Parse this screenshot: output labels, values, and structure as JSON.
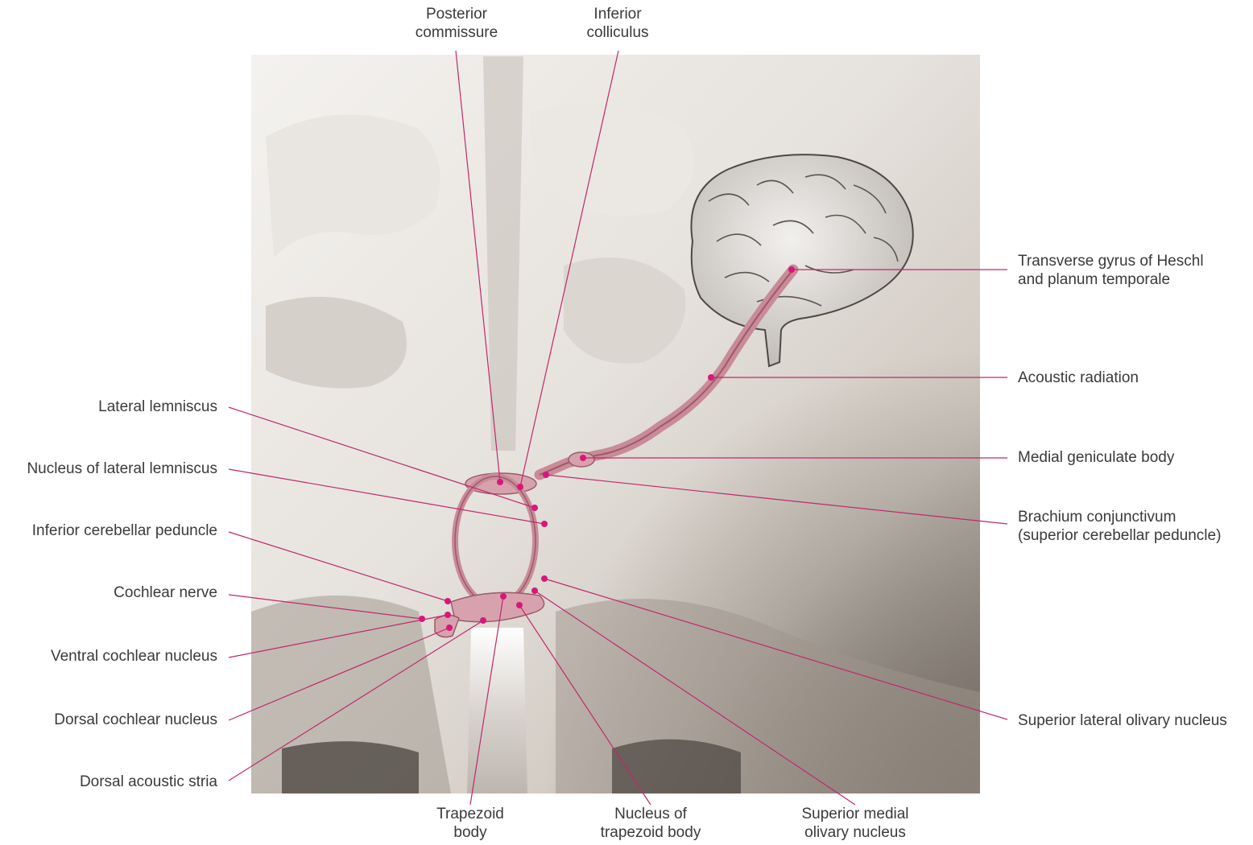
{
  "colors": {
    "leader": "#c0286e",
    "dot": "#d8177a",
    "pathway": "#c98b98",
    "pathway_dark": "#9c5a69",
    "background_shade": "#9a9088"
  },
  "labels": {
    "posterior_commissure": {
      "line1": "Posterior",
      "line2": "commissure"
    },
    "inferior_colliculus": {
      "line1": "Inferior",
      "line2": "colliculus"
    },
    "transverse_gyrus": {
      "line1": "Transverse gyrus of Heschl",
      "line2": "and planum temporale"
    },
    "acoustic_radiation": "Acoustic radiation",
    "medial_geniculate_body": "Medial geniculate body",
    "brachium_conjunctivum": {
      "line1": "Brachium conjunctivum",
      "line2": "(superior cerebellar peduncle)"
    },
    "superior_lateral_olivary_nucleus": "Superior lateral olivary nucleus",
    "lateral_lemniscus": "Lateral lemniscus",
    "nucleus_lateral_lemniscus": "Nucleus of lateral lemniscus",
    "inferior_cerebellar_peduncle": "Inferior cerebellar peduncle",
    "cochlear_nerve": "Cochlear nerve",
    "ventral_cochlear_nucleus": "Ventral cochlear nucleus",
    "dorsal_cochlear_nucleus": "Dorsal cochlear nucleus",
    "dorsal_acoustic_stria": "Dorsal acoustic stria",
    "trapezoid_body": {
      "line1": "Trapezoid",
      "line2": "body"
    },
    "nucleus_trapezoid_body": {
      "line1": "Nucleus of",
      "line2": "trapezoid body"
    },
    "superior_medial_olivary_nucleus": {
      "line1": "Superior medial",
      "line2": "olivary nucleus"
    }
  }
}
